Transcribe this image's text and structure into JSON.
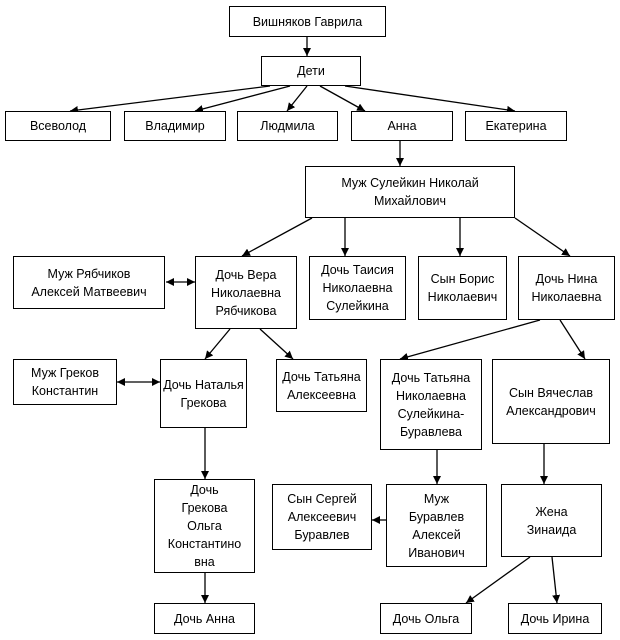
{
  "nodes": {
    "root": [
      "Вишняков Гаврила"
    ],
    "children": [
      "Дети"
    ],
    "vsevolod": [
      "Всеволод"
    ],
    "vladimir": [
      "Владимир"
    ],
    "lyudmila": [
      "Людмила"
    ],
    "anna": [
      "Анна"
    ],
    "ekaterina": [
      "Екатерина"
    ],
    "husband_suleikin": [
      "Муж Сулейкин Николай",
      "Михайлович"
    ],
    "husband_ryabchikov": [
      "Муж Рябчиков",
      "Алексей Матвеевич"
    ],
    "daughter_vera": [
      "Дочь Вера",
      "Николаевна",
      "Рябчикова"
    ],
    "daughter_taisiya": [
      "Дочь Таисия",
      "Николаевна",
      "Сулейкина"
    ],
    "son_boris": [
      "Сын Борис",
      "Николаевич"
    ],
    "daughter_nina": [
      "Дочь Нина",
      "Николаевна"
    ],
    "husband_grekov": [
      "Муж Греков",
      "Константин"
    ],
    "daughter_natalya": [
      "Дочь Наталья",
      "Грекова"
    ],
    "daughter_tatyana_alekseevna": [
      "Дочь Татьяна",
      "Алексеевна"
    ],
    "daughter_tatyana_suleikina": [
      "Дочь Татьяна",
      "Николаевна",
      "Сулейкина-",
      "Буравлева"
    ],
    "son_vyacheslav": [
      "Сын Вячеслав",
      "Александрович"
    ],
    "daughter_olga_grekova": [
      "Дочь",
      "Грекова",
      "Ольга",
      "Константино",
      "вна"
    ],
    "son_sergei": [
      "Сын Сергей",
      "Алексеевич",
      "Буравлев"
    ],
    "husband_buravlev": [
      "Муж",
      "Буравлев",
      "Алексей",
      "Иванович"
    ],
    "wife_zinaida": [
      "Жена",
      "Зинаида"
    ],
    "daughter_anna": [
      "Дочь Анна"
    ],
    "daughter_olga": [
      "Дочь Ольга"
    ],
    "daughter_irina": [
      "Дочь Ирина"
    ]
  },
  "colors": {
    "line": "#000000",
    "border": "#000000",
    "background": "#ffffff"
  }
}
